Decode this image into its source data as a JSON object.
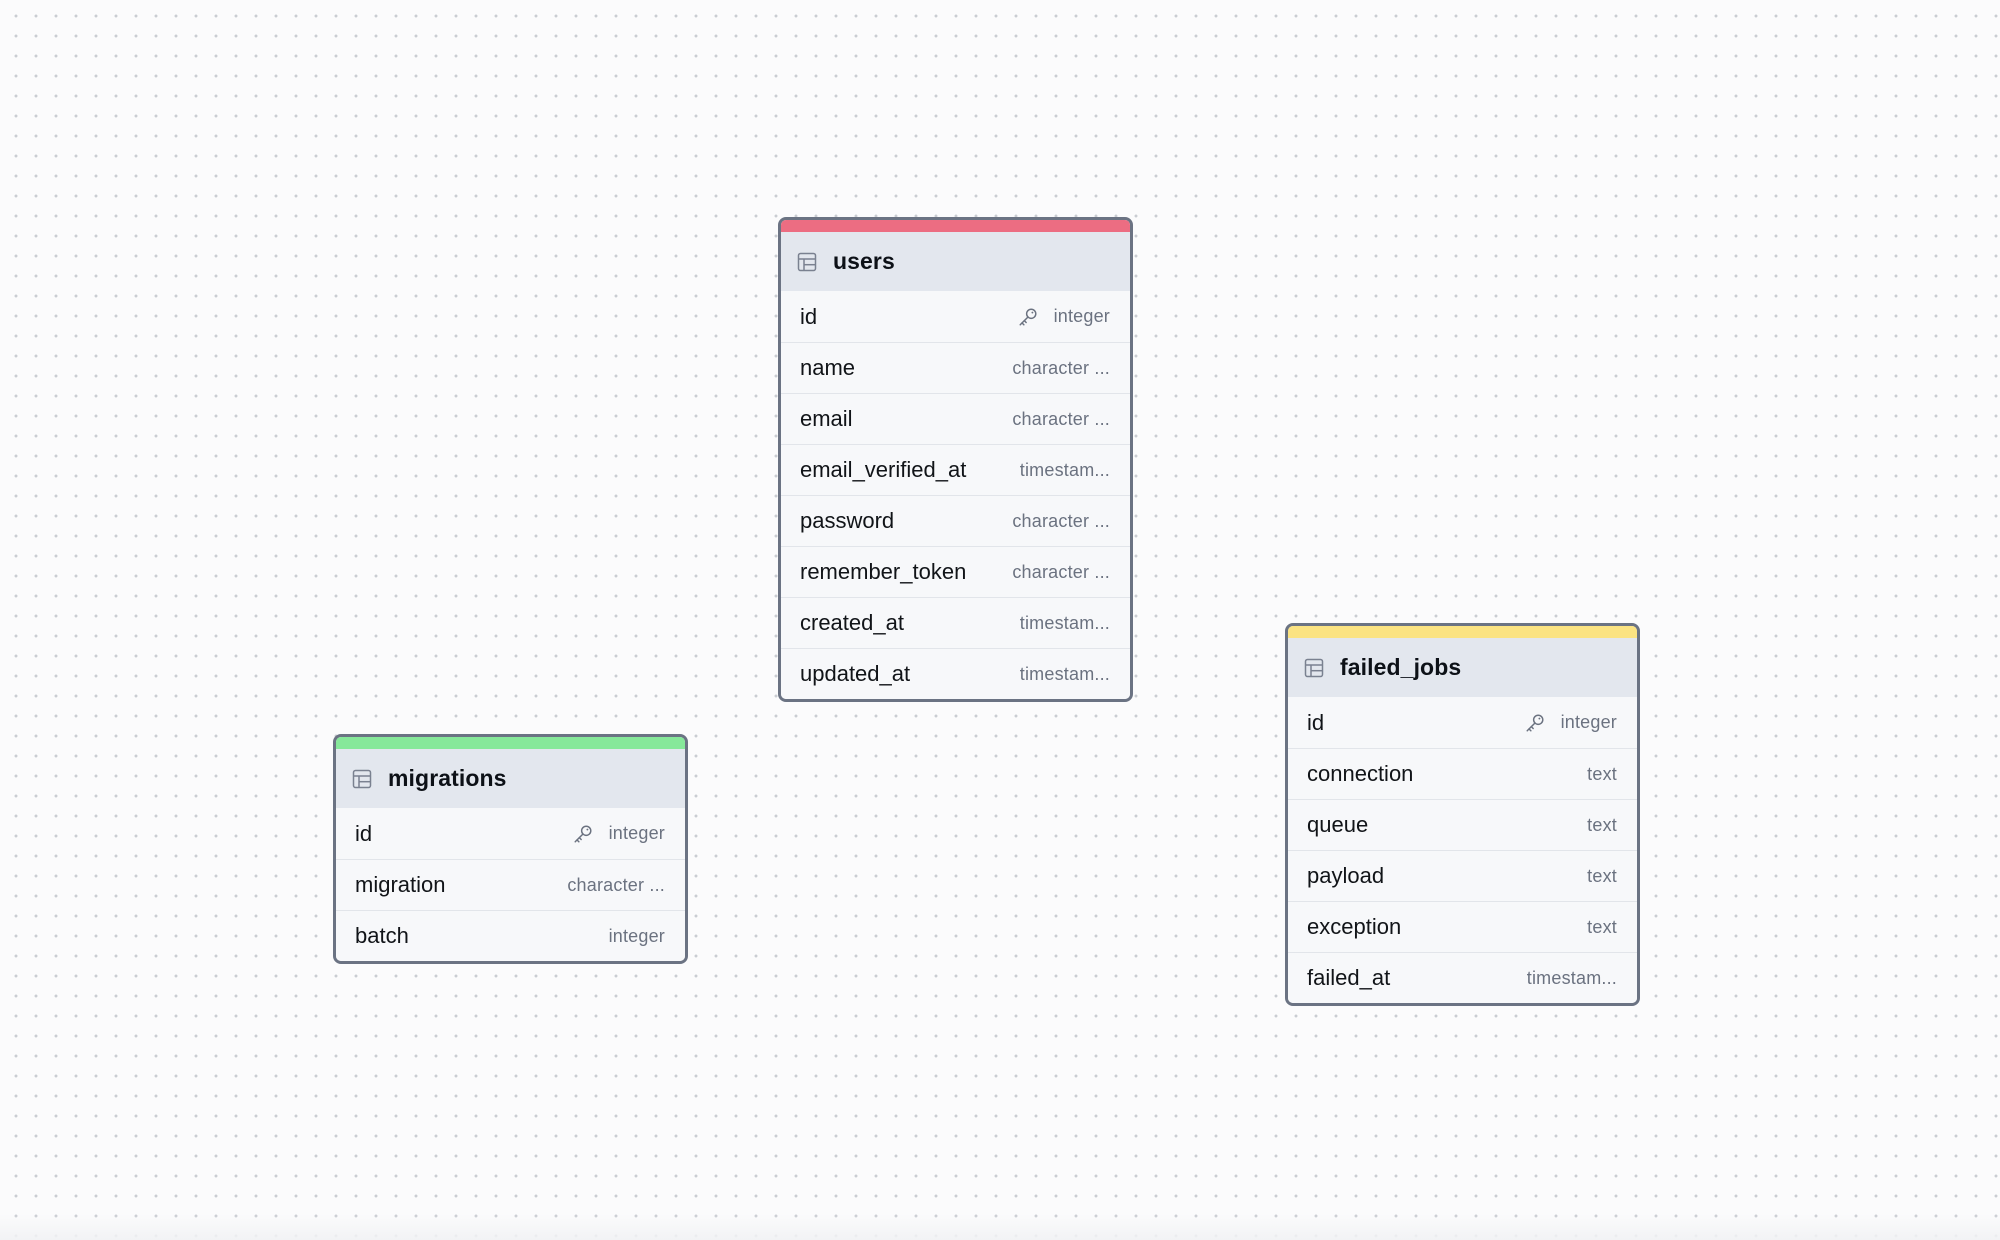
{
  "colors": {
    "card_border": "#6b7383",
    "header_bg": "#e3e7ee",
    "row_bg": "#f7f8fa"
  },
  "tables": {
    "users": {
      "name": "users",
      "accent": "#ec6d82",
      "columns": [
        {
          "name": "id",
          "type": "integer",
          "primary_key": true
        },
        {
          "name": "name",
          "type": "character ..."
        },
        {
          "name": "email",
          "type": "character ..."
        },
        {
          "name": "email_verified_at",
          "type": "timestam..."
        },
        {
          "name": "password",
          "type": "character ..."
        },
        {
          "name": "remember_token",
          "type": "character ..."
        },
        {
          "name": "created_at",
          "type": "timestam..."
        },
        {
          "name": "updated_at",
          "type": "timestam..."
        }
      ]
    },
    "migrations": {
      "name": "migrations",
      "accent": "#86e89a",
      "columns": [
        {
          "name": "id",
          "type": "integer",
          "primary_key": true
        },
        {
          "name": "migration",
          "type": "character ..."
        },
        {
          "name": "batch",
          "type": "integer"
        }
      ]
    },
    "failed_jobs": {
      "name": "failed_jobs",
      "accent": "#fbe382",
      "columns": [
        {
          "name": "id",
          "type": "integer",
          "primary_key": true
        },
        {
          "name": "connection",
          "type": "text"
        },
        {
          "name": "queue",
          "type": "text"
        },
        {
          "name": "payload",
          "type": "text"
        },
        {
          "name": "exception",
          "type": "text"
        },
        {
          "name": "failed_at",
          "type": "timestam..."
        }
      ]
    }
  }
}
